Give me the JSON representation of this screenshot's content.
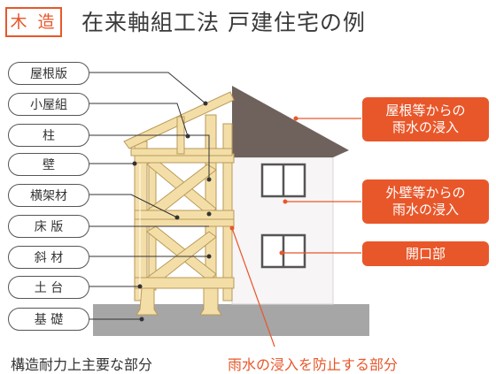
{
  "header": {
    "tag": "木 造",
    "title": "在来軸組工法 戸建住宅の例"
  },
  "labels": [
    "屋根版",
    "小屋組",
    "柱",
    "壁",
    "横架材",
    "床 版",
    "斜 材",
    "土 台",
    "基 礎"
  ],
  "callouts": {
    "roof": [
      "屋根等からの",
      "雨水の浸入"
    ],
    "wall": [
      "外壁等からの",
      "雨水の浸入"
    ],
    "opening": "開口部"
  },
  "footer": {
    "left": "構造耐力上主要な部分",
    "right": "雨水の浸入を防止する部分"
  },
  "colors": {
    "accent": "#e8572a",
    "wood": "#f4dea8",
    "wood_edge": "#b99a58",
    "roof": "#6f625d",
    "house": "#f7f5f6",
    "ground": "#a6a6a6"
  }
}
